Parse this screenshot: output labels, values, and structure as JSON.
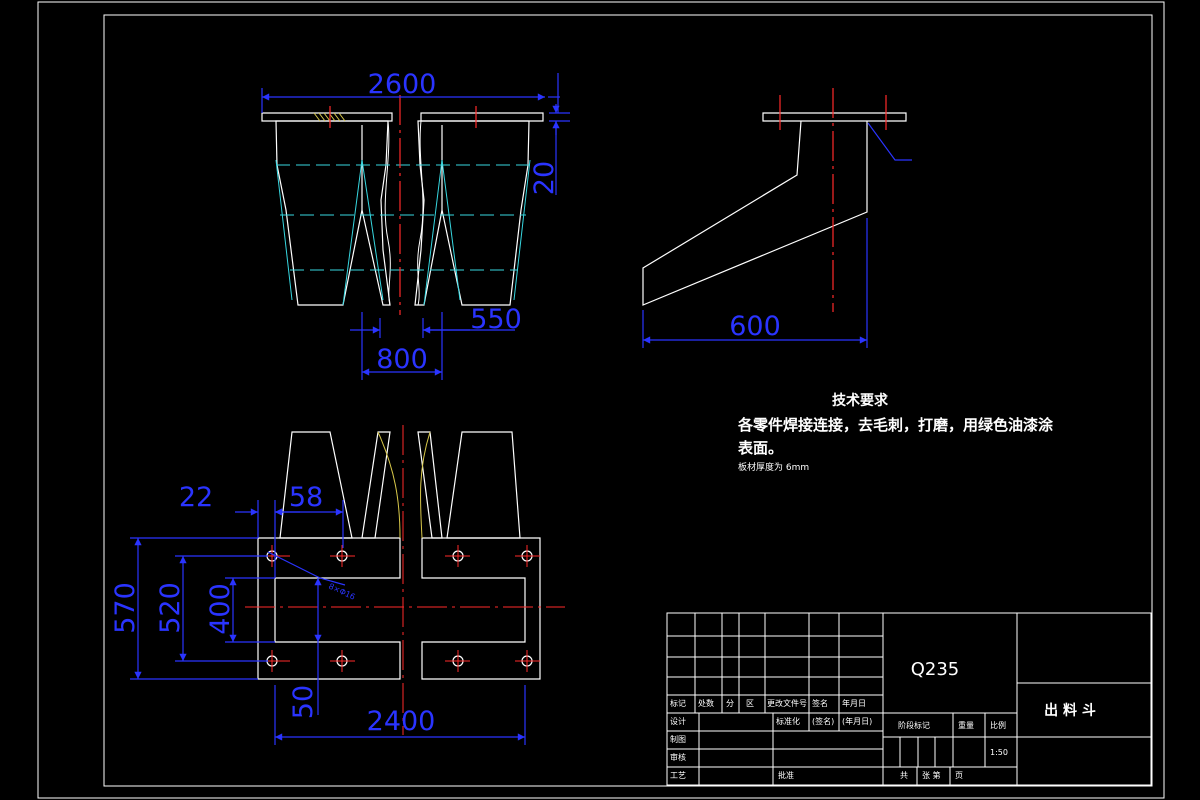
{
  "drawing": {
    "dims": {
      "front_width": "2600",
      "front_height": "20",
      "spacing_550": "550",
      "spacing_800": "800",
      "side_width": "600",
      "plan_22": "22",
      "plan_58": "58",
      "plan_570": "570",
      "plan_520": "520",
      "plan_400": "400",
      "plan_50": "50",
      "plan_2400": "2400",
      "hole_note": "8×Φ16"
    },
    "notes": {
      "title": "技术要求",
      "line1": "各零件焊接连接，去毛刺，打磨，用绿色油漆涂",
      "line2": "表面。",
      "line3": "板材厚度为 6mm"
    }
  },
  "title_block": {
    "material": "Q235",
    "part_name": "出 料 斗",
    "scale_value": "1:50",
    "rev_headers": [
      "标记",
      "处数",
      "分",
      "区",
      "更改文件号",
      "签名",
      "年月日"
    ],
    "design_label": "设计",
    "std_label": "标准化",
    "sign_label": "(签名)",
    "date_label": "(年月日)",
    "stage_label": "阶段标记",
    "weight_label": "重量",
    "scale_label": "比例",
    "draft_label": "制图",
    "check_label": "审核",
    "process_label": "工艺",
    "approve_label": "批准",
    "sheets_label": "共",
    "sheet_no_label": "张 第",
    "page_label": "页"
  },
  "colors": {
    "background": "#000000",
    "outline": "#ffffff",
    "dimension": "#2a34ff",
    "centerline": "#ff2a2a",
    "hidden": "#37d7e0",
    "hatch": "#d8c84a"
  }
}
